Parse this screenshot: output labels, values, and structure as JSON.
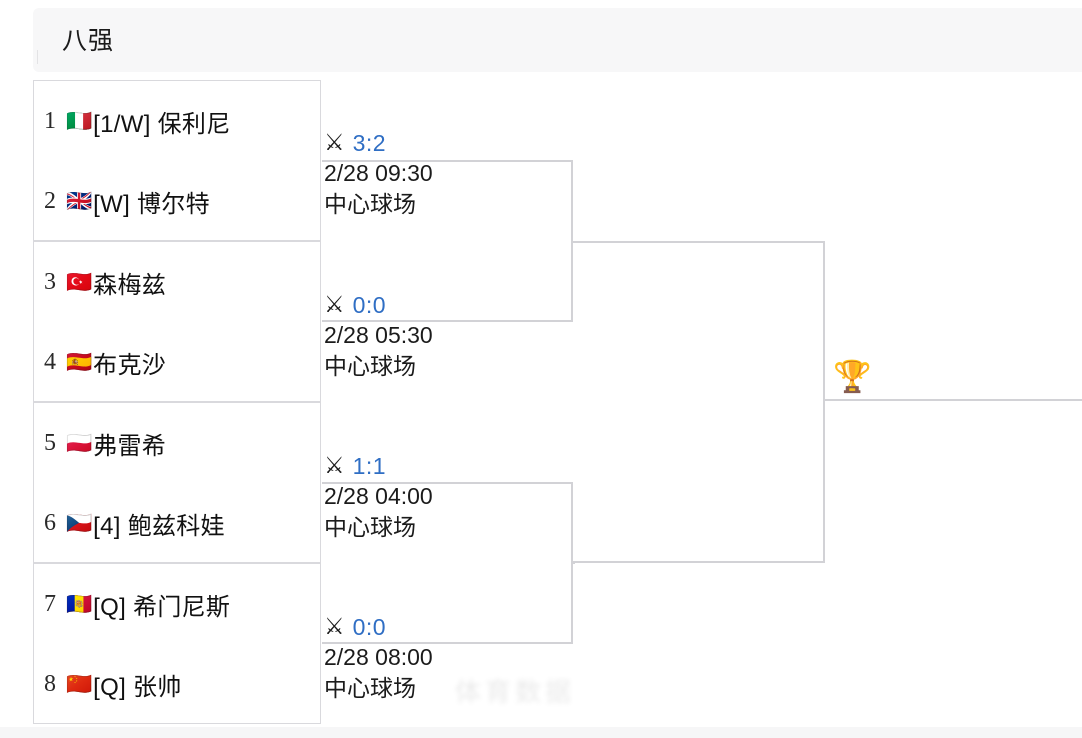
{
  "round": {
    "title": "八强"
  },
  "players": [
    {
      "seed": "1",
      "flag": "🇮🇹",
      "flag_name": "flag-italy",
      "name": "[1/W] 保利尼"
    },
    {
      "seed": "2",
      "flag": "🇬🇧",
      "flag_name": "flag-united-kingdom",
      "name": "[W] 博尔特"
    },
    {
      "seed": "3",
      "flag": "🇹🇷",
      "flag_name": "flag-turkey",
      "name": "森梅兹"
    },
    {
      "seed": "4",
      "flag": "🇪🇸",
      "flag_name": "flag-spain",
      "name": "布克沙"
    },
    {
      "seed": "5",
      "flag": "🇵🇱",
      "flag_name": "flag-poland",
      "name": "弗雷希"
    },
    {
      "seed": "6",
      "flag": "🇨🇿",
      "flag_name": "flag-czech-republic",
      "name": "[4] 鲍兹科娃"
    },
    {
      "seed": "7",
      "flag": "🇦🇩",
      "flag_name": "flag-andorra",
      "name": "[Q] 希门尼斯"
    },
    {
      "seed": "8",
      "flag": "🇨🇳",
      "flag_name": "flag-china",
      "name": "[Q] 张帅"
    }
  ],
  "matches": [
    {
      "icon": "crossed-swords-icon",
      "score": "3:2",
      "time": "2/28 09:30",
      "venue": "中心球场"
    },
    {
      "icon": "crossed-swords-icon",
      "score": "0:0",
      "time": "2/28 05:30",
      "venue": "中心球场"
    },
    {
      "icon": "crossed-swords-icon",
      "score": "1:1",
      "time": "2/28 04:00",
      "venue": "中心球场"
    },
    {
      "icon": "crossed-swords-icon",
      "score": "0:0",
      "time": "2/28 08:00",
      "venue": "中心球场"
    }
  ],
  "icons": {
    "swords": "⚔",
    "trophy": "🏆"
  },
  "watermark": {
    "text": "体育数据"
  },
  "colors": {
    "score": "#2f6ec4",
    "line": "#d2d2d6",
    "border": "#d9d9dd",
    "header_bg": "#f7f7f8"
  }
}
